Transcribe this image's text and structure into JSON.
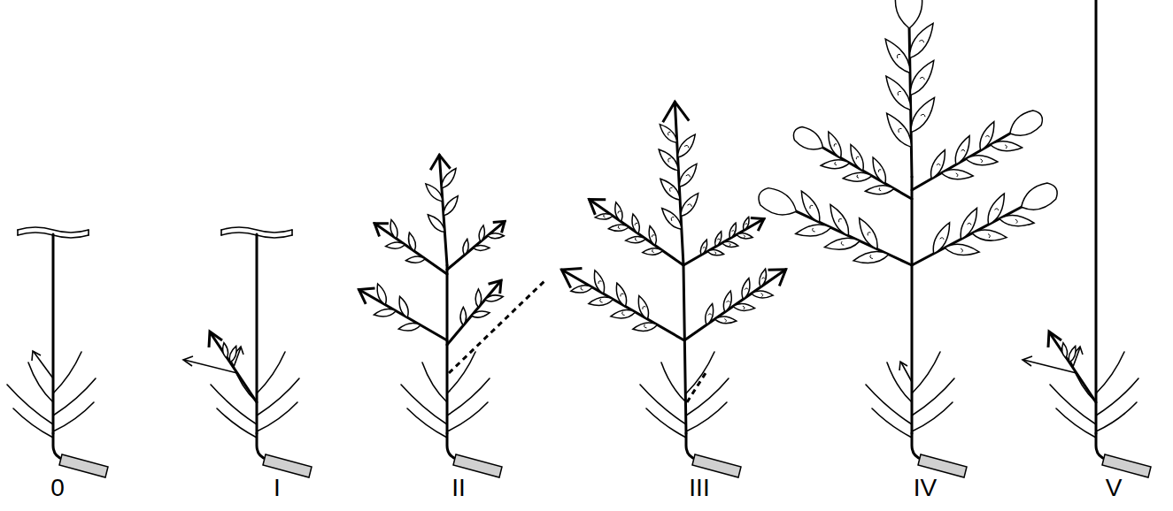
{
  "diagram": {
    "labels": [
      "0",
      "I",
      "II",
      "III",
      "IV",
      "V"
    ]
  }
}
